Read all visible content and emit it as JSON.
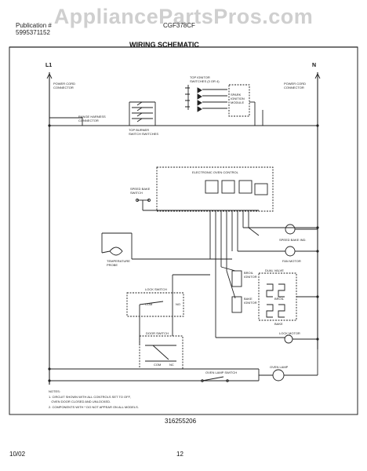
{
  "watermark": "AppliancePartsPros.com",
  "header": {
    "publication_label": "Publication #",
    "publication_no": "5995371152",
    "model_label": "CGF378CF",
    "title": "WIRING SCHEMATIC"
  },
  "schematic": {
    "line_left": "L1",
    "line_right": "N",
    "labels": {
      "power_cord_left": "POWER CORD CONNECTOR",
      "power_cord_right": "POWER CORD CONNECTOR",
      "top_ignitor_switches": "TOP IGNITOR SWITCHES (3 OR 4)",
      "spark_module": "SPARK IGNITION MODULE",
      "range_harness": "RANGE HARNESS CONNECTOR",
      "top_burner_switches": "TOP BURNER SWITCH SWITCHES",
      "electronic_control": "ELECTRONIC OVEN CONTROL",
      "speed_bake_switch": "SPEED BAKE SWITCH",
      "speed_bake_ind": "SPEED BAKE IND.",
      "fan_motor": "FAN MOTOR",
      "temp_probe": "TEMPERATURE PROBE",
      "lock_switch": "LOCK SWITCH",
      "dual_valve": "DUAL VALVE",
      "broil_ignitor": "BROIL IGNITOR",
      "bake_ignitor": "BAKE IGNITOR",
      "broil": "BROIL",
      "bake": "BAKE",
      "lock_motor": "LOCK MOTOR",
      "door_switch": "DOOR SWITCH",
      "oven_lamp_switch": "OVEN LAMP SWITCH",
      "oven_lamp": "OVEN LAMP",
      "com": "COM",
      "no": "NO",
      "nc": "NC"
    },
    "notes_title": "NOTES:",
    "notes": [
      "1. CIRCUIT SHOWN WITH ALL CONTROLS SET TO OFF,",
      "   OVEN DOOR CLOSED AND UNLOCKED.",
      "2. COMPONENTS WITH * DO NOT APPEAR ON ALL MODELS."
    ],
    "part_number": "316255206"
  },
  "footer": {
    "date": "10/02",
    "page": "12"
  }
}
